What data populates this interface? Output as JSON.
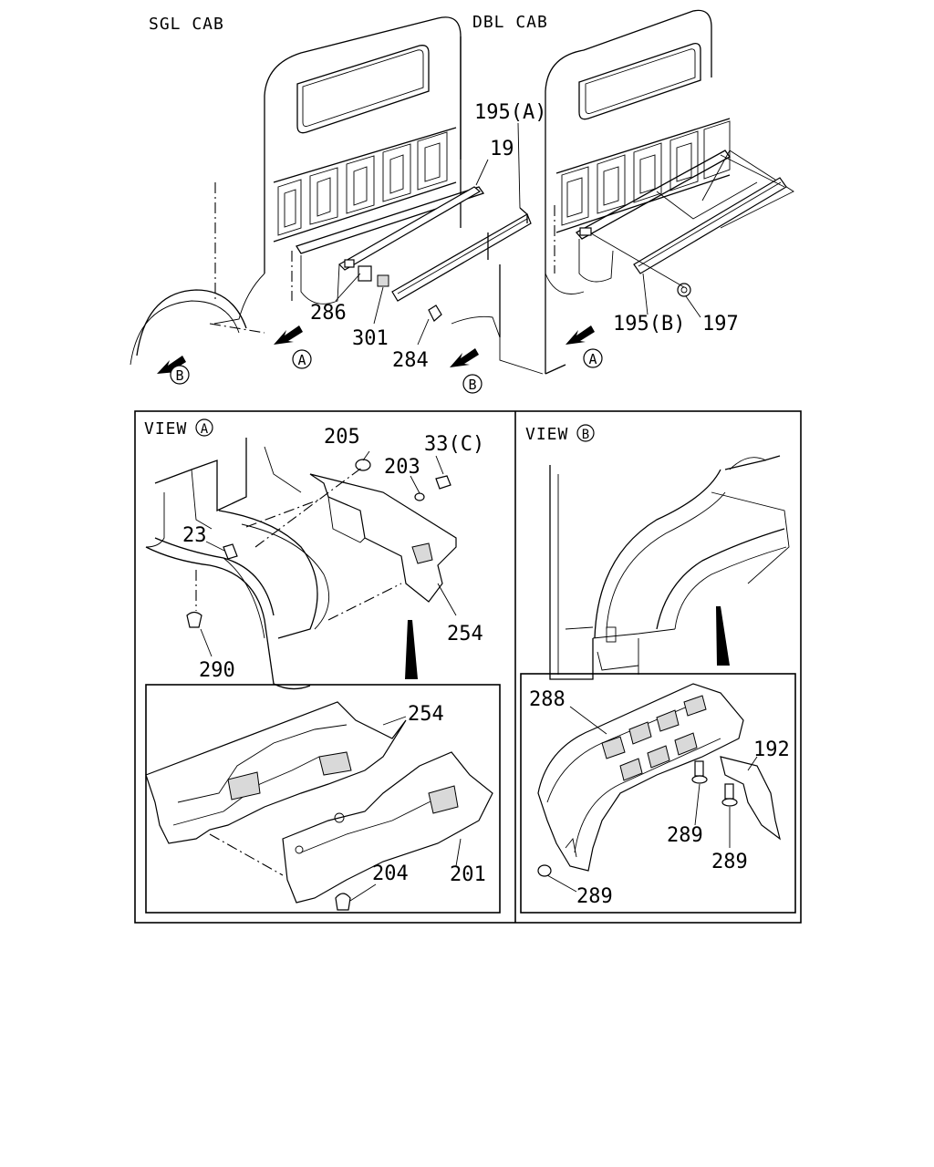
{
  "headers": {
    "sgl_cab": "SGL CAB",
    "dbl_cab": "DBL CAB"
  },
  "views": {
    "view_a_word": "VIEW",
    "view_a_letter": "A",
    "view_b_word": "VIEW",
    "view_b_letter": "B"
  },
  "arrow_markers": {
    "a": "A",
    "b": "B"
  },
  "part_labels": {
    "p195a": "195(A)",
    "p19": "19",
    "p286": "286",
    "p301": "301",
    "p284": "284",
    "p195b": "195(B)",
    "p197": "197",
    "p205": "205",
    "p203": "203",
    "p33c": "33(C)",
    "p23": "23",
    "p254a": "254",
    "p290": "290",
    "p254b": "254",
    "p204": "204",
    "p201": "201",
    "p288": "288",
    "p192": "192",
    "p289a": "289",
    "p289b": "289",
    "p289c": "289"
  },
  "icons": [
    "direction-arrow-icon",
    "circled-letter-icon",
    "pointer-wedge-icon"
  ]
}
